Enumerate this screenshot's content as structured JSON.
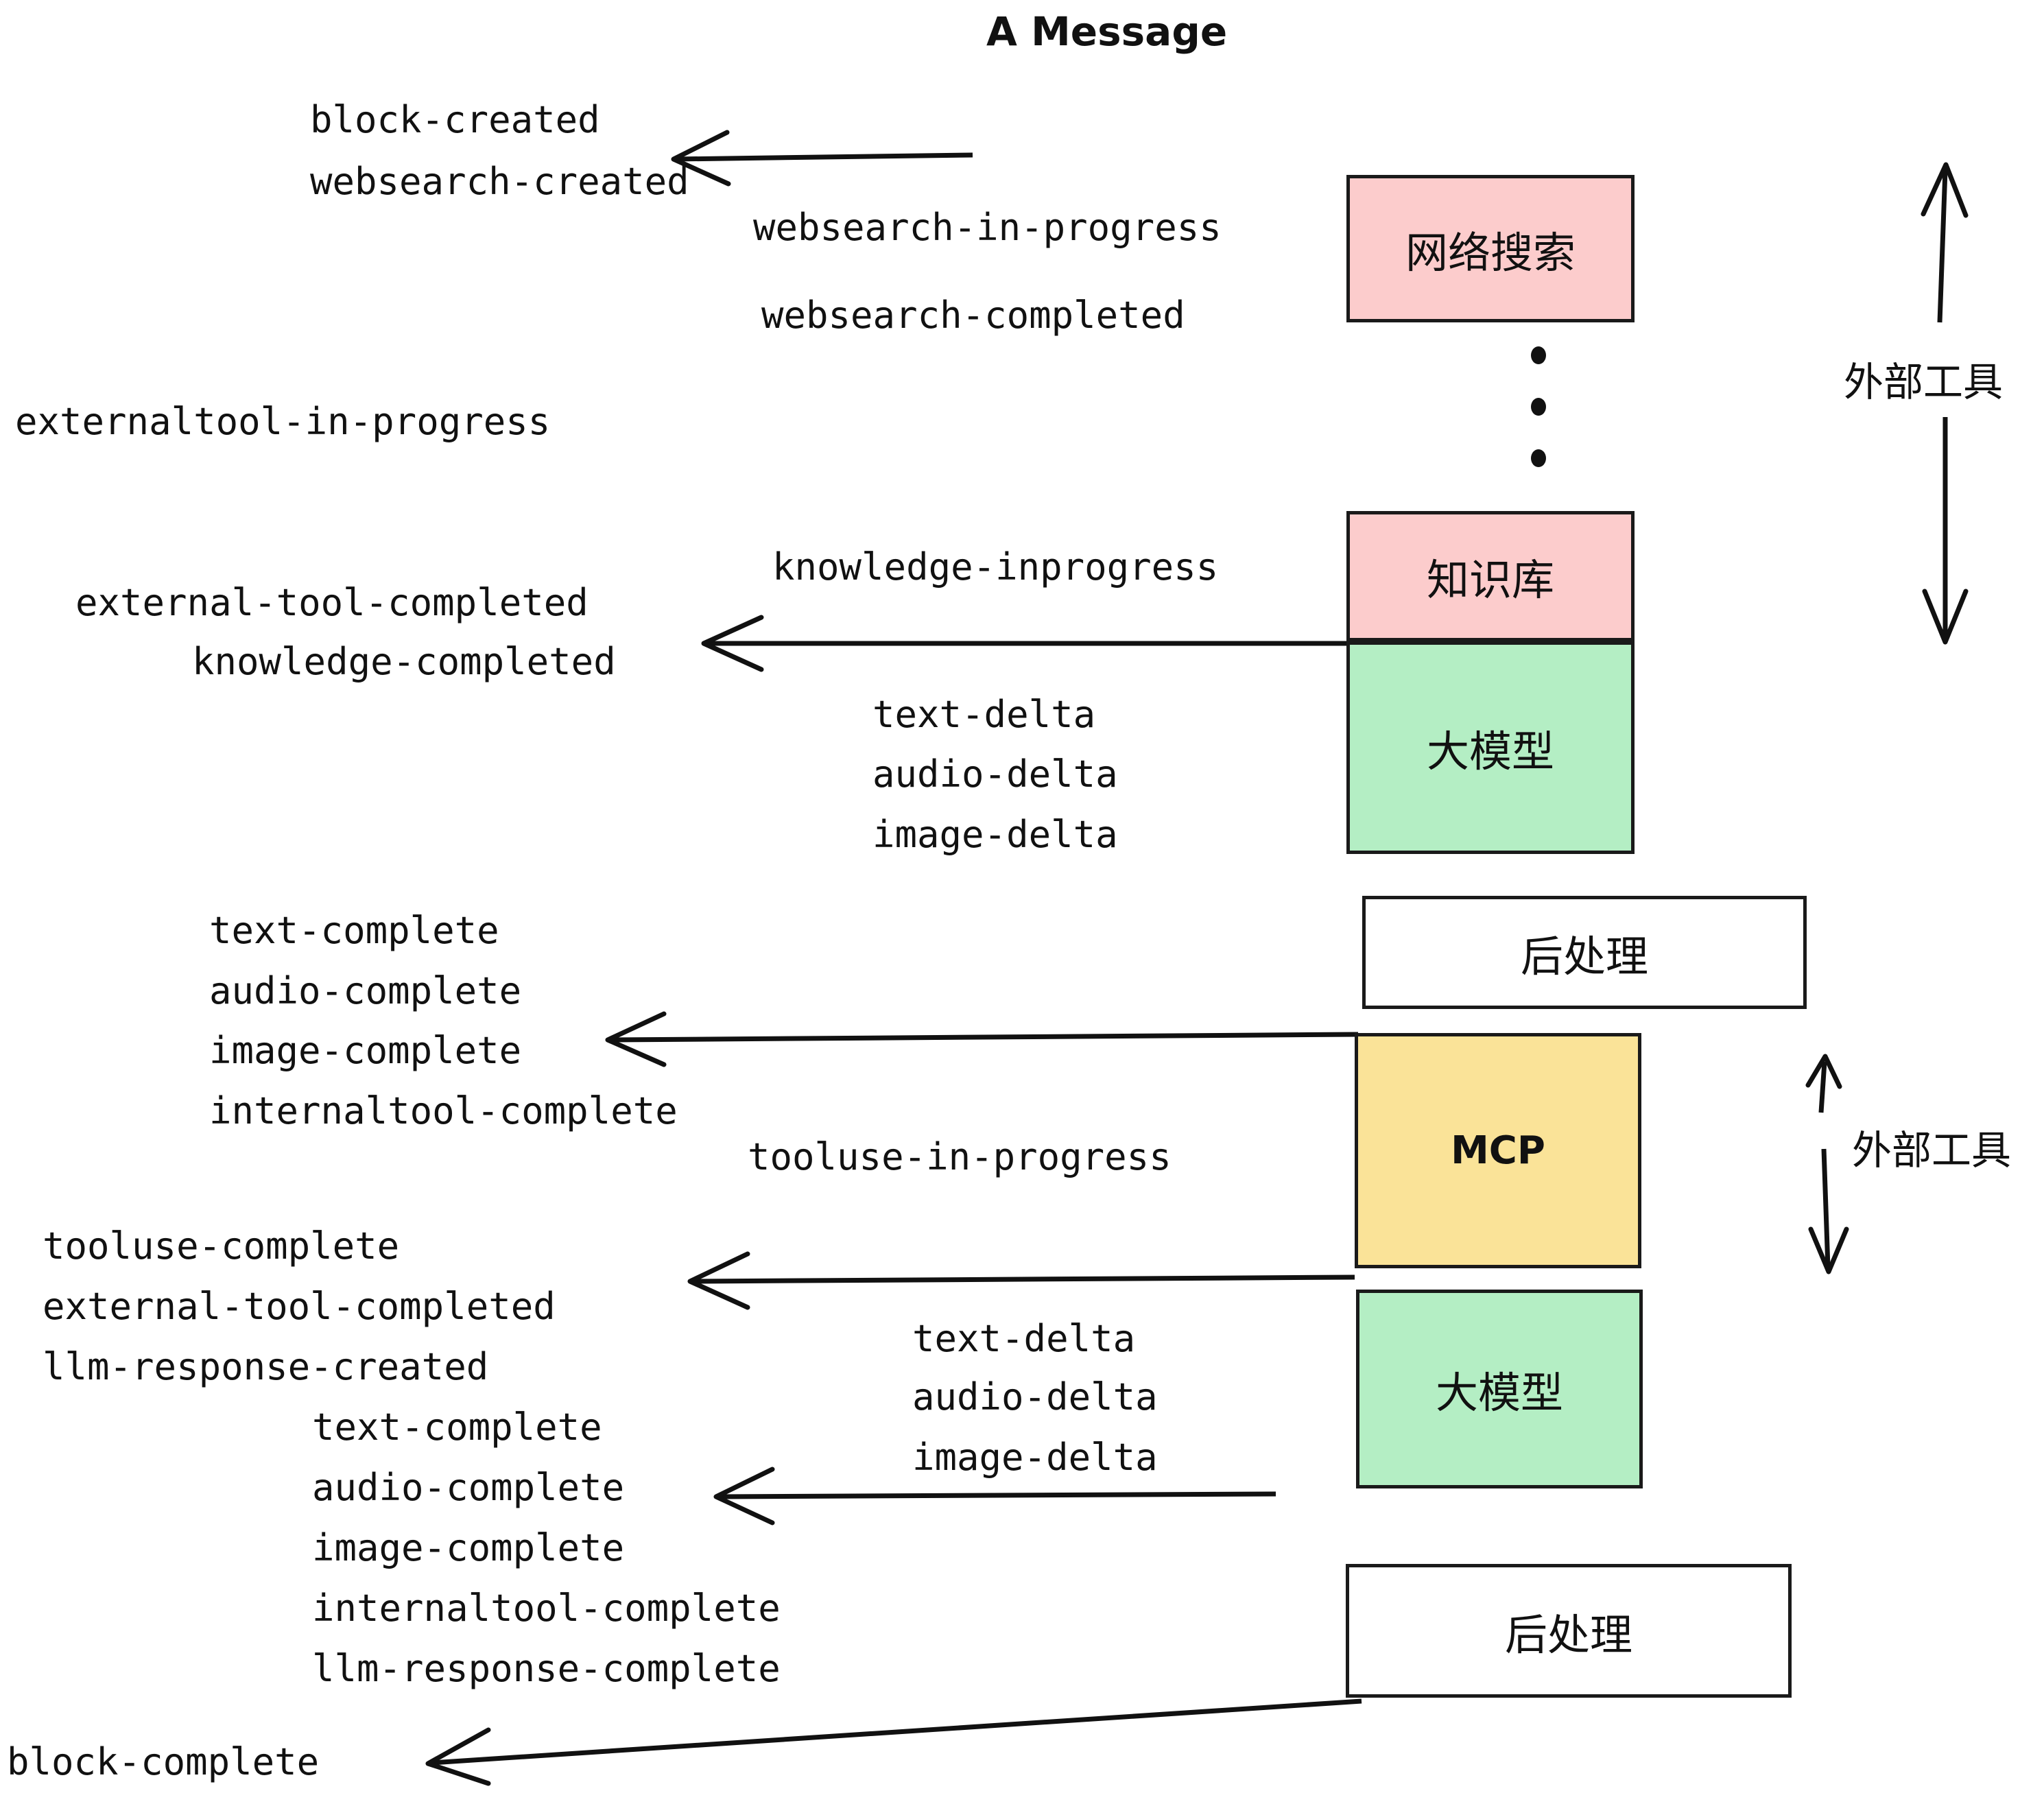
{
  "title": "A Message",
  "colors": {
    "tool_pink": "#fccccc",
    "llm_green": "#b4eec4",
    "mcp_yellow": "#fae398",
    "post_white": "#ffffff",
    "stroke": "#1a1a1a",
    "text": "#111111",
    "background": "#ffffff"
  },
  "boxes": [
    {
      "id": "websearch",
      "label": "网络搜索",
      "fill": "#fccccc"
    },
    {
      "id": "knowledge",
      "label": "知识库",
      "fill": "#fccccc"
    },
    {
      "id": "llm-1",
      "label": "大模型",
      "fill": "#b4eec4"
    },
    {
      "id": "postprocess-1",
      "label": "后处理",
      "fill": "#ffffff"
    },
    {
      "id": "mcp",
      "label": "MCP",
      "fill": "#fae398"
    },
    {
      "id": "llm-2",
      "label": "大模型",
      "fill": "#b4eec4"
    },
    {
      "id": "postprocess-2",
      "label": "后处理",
      "fill": "#ffffff"
    }
  ],
  "side_labels": [
    {
      "id": "external-tools-top",
      "label": "外部工具"
    },
    {
      "id": "external-tools-bottom",
      "label": "外部工具"
    }
  ],
  "events": [
    {
      "id": "block-created",
      "text": "block-created"
    },
    {
      "id": "websearch-created",
      "text": "websearch-created"
    },
    {
      "id": "websearch-in-progress",
      "text": "websearch-in-progress"
    },
    {
      "id": "websearch-completed",
      "text": "websearch-completed"
    },
    {
      "id": "externaltool-in-progress",
      "text": "externaltool-in-progress"
    },
    {
      "id": "knowledge-inprogress",
      "text": "knowledge-inprogress"
    },
    {
      "id": "external-tool-completed-1",
      "text": "external-tool-completed"
    },
    {
      "id": "knowledge-completed",
      "text": "knowledge-completed"
    },
    {
      "id": "text-delta-1",
      "text": "text-delta"
    },
    {
      "id": "audio-delta-1",
      "text": "audio-delta"
    },
    {
      "id": "image-delta-1",
      "text": "image-delta"
    },
    {
      "id": "text-complete-1",
      "text": "text-complete"
    },
    {
      "id": "audio-complete-1",
      "text": "audio-complete"
    },
    {
      "id": "image-complete-1",
      "text": "image-complete"
    },
    {
      "id": "internaltool-complete-1",
      "text": "internaltool-complete"
    },
    {
      "id": "tooluse-in-progress",
      "text": "tooluse-in-progress"
    },
    {
      "id": "tooluse-complete",
      "text": "tooluse-complete"
    },
    {
      "id": "external-tool-completed-2",
      "text": "external-tool-completed"
    },
    {
      "id": "llm-response-created",
      "text": "llm-response-created"
    },
    {
      "id": "text-delta-2",
      "text": "text-delta"
    },
    {
      "id": "audio-delta-2",
      "text": "audio-delta"
    },
    {
      "id": "image-delta-2",
      "text": "image-delta"
    },
    {
      "id": "text-complete-2",
      "text": "text-complete"
    },
    {
      "id": "audio-complete-2",
      "text": "audio-complete"
    },
    {
      "id": "image-complete-2",
      "text": "image-complete"
    },
    {
      "id": "internaltool-complete-2",
      "text": "internaltool-complete"
    },
    {
      "id": "llm-response-complete",
      "text": "llm-response-complete"
    },
    {
      "id": "block-complete",
      "text": "block-complete"
    }
  ],
  "ellipsis": {
    "id": "vertical-ellipsis",
    "dots": 3
  }
}
